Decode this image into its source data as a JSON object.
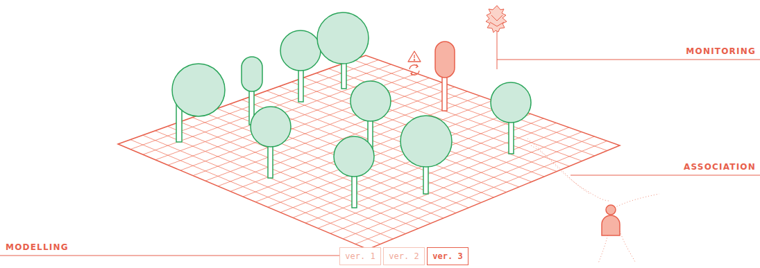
{
  "diagram": {
    "nodes": [
      {
        "text": [
          "ver. 1"
        ]
      },
      {
        "text": [
          "ver. 2"
        ]
      },
      {
        "text": [
          "ver. 3"
        ]
      }
    ],
    "labels": [
      "MONITORING",
      "ASSOCIATION",
      "MODELLING"
    ]
  }
}
